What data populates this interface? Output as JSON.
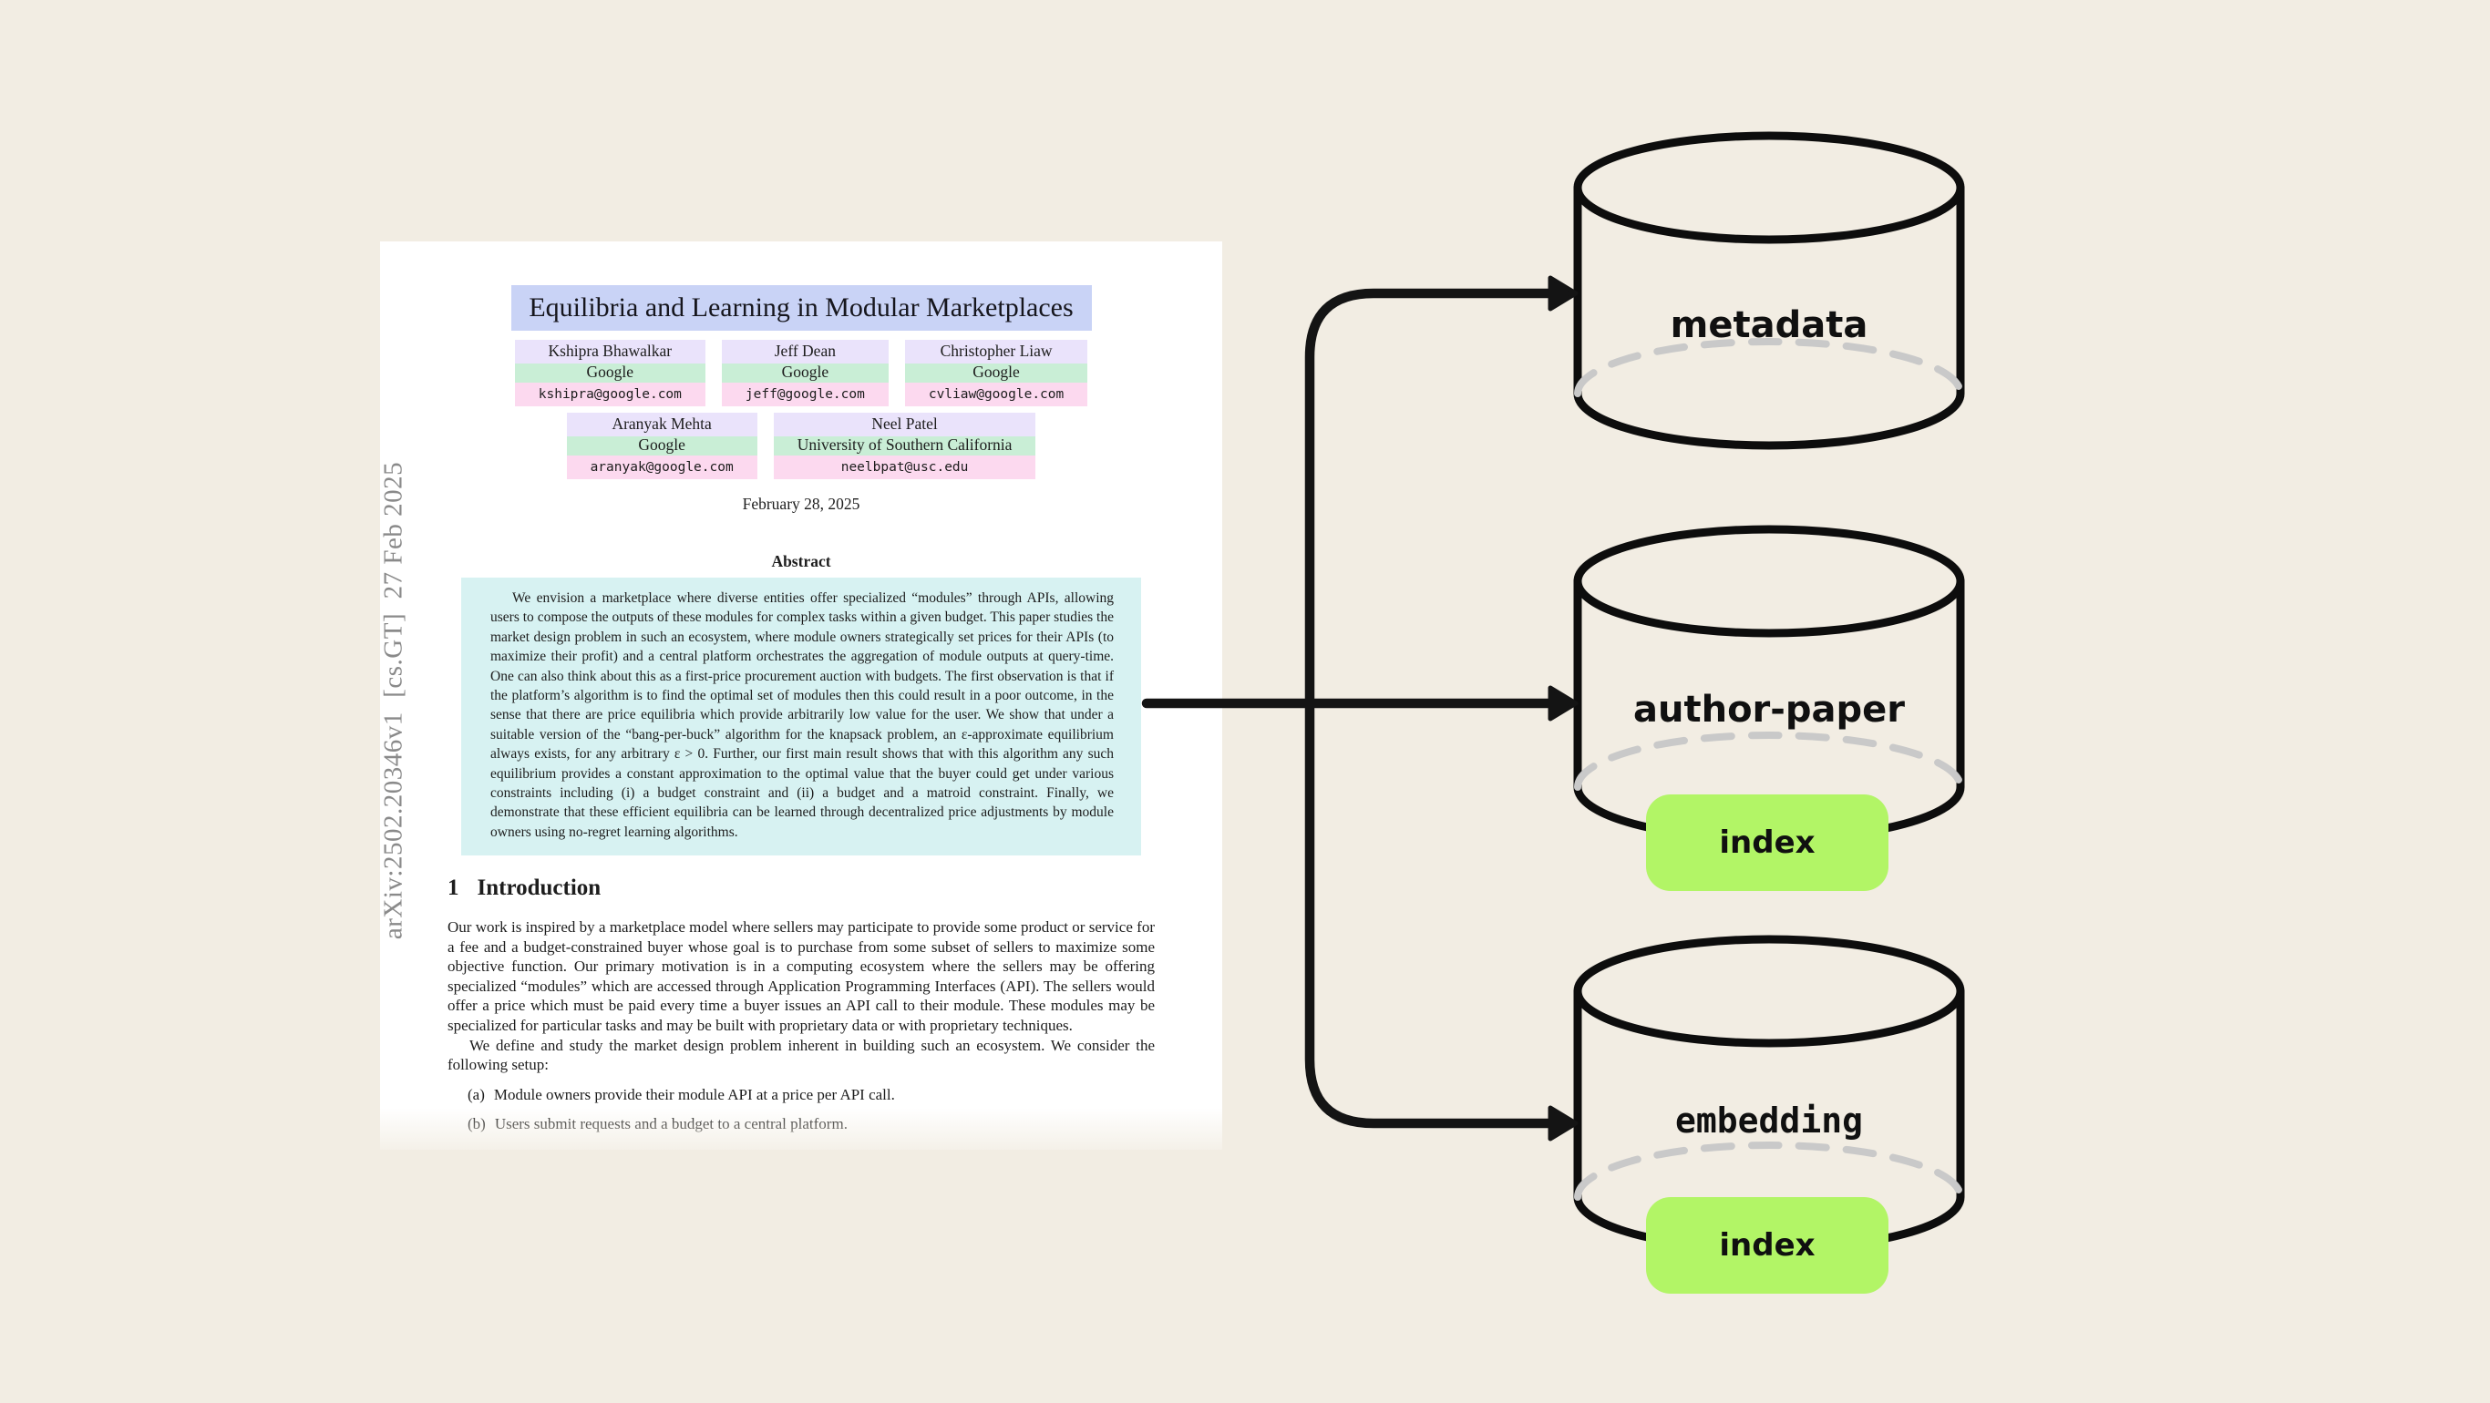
{
  "colors": {
    "background": "#f2ede3",
    "paper": "#ffffff",
    "title_box": "#c9d3f6",
    "author_name_box": "#eae3fb",
    "affiliation_box": "#c9eed6",
    "email_box": "#fcd9ef",
    "abstract_box": "#d7f2f2",
    "watermark_text": "#8a8a8a",
    "arrow": "#141414",
    "cylinder_stroke": "#0d0d0d",
    "hidden_edge_dash": "#c9c9c9",
    "index_badge": "#b2f566"
  },
  "paper": {
    "watermark": "arXiv:2502.20346v1  [cs.GT]  27 Feb 2025",
    "title": "Equilibria and Learning in Modular Marketplaces",
    "authors": [
      {
        "name": "Kshipra Bhawalkar",
        "affiliation": "Google",
        "email": "kshipra@google.com"
      },
      {
        "name": "Jeff Dean",
        "affiliation": "Google",
        "email": "jeff@google.com"
      },
      {
        "name": "Christopher Liaw",
        "affiliation": "Google",
        "email": "cvliaw@google.com"
      },
      {
        "name": "Aranyak Mehta",
        "affiliation": "Google",
        "email": "aranyak@google.com"
      },
      {
        "name": "Neel Patel",
        "affiliation": "University of Southern California",
        "email": "neelbpat@usc.edu"
      }
    ],
    "date": "February 28, 2025",
    "abstract_heading": "Abstract",
    "abstract": "We envision a marketplace where diverse entities offer specialized “modules” through APIs, allowing users to compose the outputs of these modules for complex tasks within a given budget. This paper studies the market design problem in such an ecosystem, where module owners strategically set prices for their APIs (to maximize their profit) and a central platform orchestrates the aggregation of module outputs at query-time. One can also think about this as a first-price procurement auction with budgets. The first observation is that if the platform’s algorithm is to find the optimal set of modules then this could result in a poor outcome, in the sense that there are price equilibria which provide arbitrarily low value for the user. We show that under a suitable version of the “bang-per-buck” algorithm for the knapsack problem, an ε-approximate equilibrium always exists, for any arbitrary ε > 0. Further, our first main result shows that with this algorithm any such equilibrium provides a constant approximation to the optimal value that the buyer could get under various constraints including (i) a budget constraint and (ii) a budget and a matroid constraint. Finally, we demonstrate that these efficient equilibria can be learned through decentralized price adjustments by module owners using no-regret learning algorithms.",
    "section": {
      "number": "1",
      "title": "Introduction"
    },
    "intro": {
      "p1": "Our work is inspired by a marketplace model where sellers may participate to provide some product or service for a fee and a budget-constrained buyer whose goal is to purchase from some subset of sellers to maximize some objective function. Our primary motivation is in a computing ecosystem where the sellers may be offering specialized “modules” which are accessed through Application Programming Interfaces (API). The sellers would offer a price which must be paid every time a buyer issues an API call to their module. These modules may be specialized for particular tasks and may be built with proprietary data or with proprietary techniques.",
      "p2": "We define and study the market design problem inherent in building such an ecosystem. We consider the following setup:",
      "items": [
        {
          "label": "(a)",
          "text": "Module owners provide their module API at a price per API call."
        },
        {
          "label": "(b)",
          "text": "Users submit requests and a budget to a central platform."
        }
      ]
    }
  },
  "diagram": {
    "stores": [
      {
        "label": "metadata",
        "has_index": false
      },
      {
        "label": "author-paper",
        "has_index": true,
        "index_label": "index"
      },
      {
        "label": "embedding",
        "has_index": true,
        "index_label": "index"
      }
    ]
  }
}
